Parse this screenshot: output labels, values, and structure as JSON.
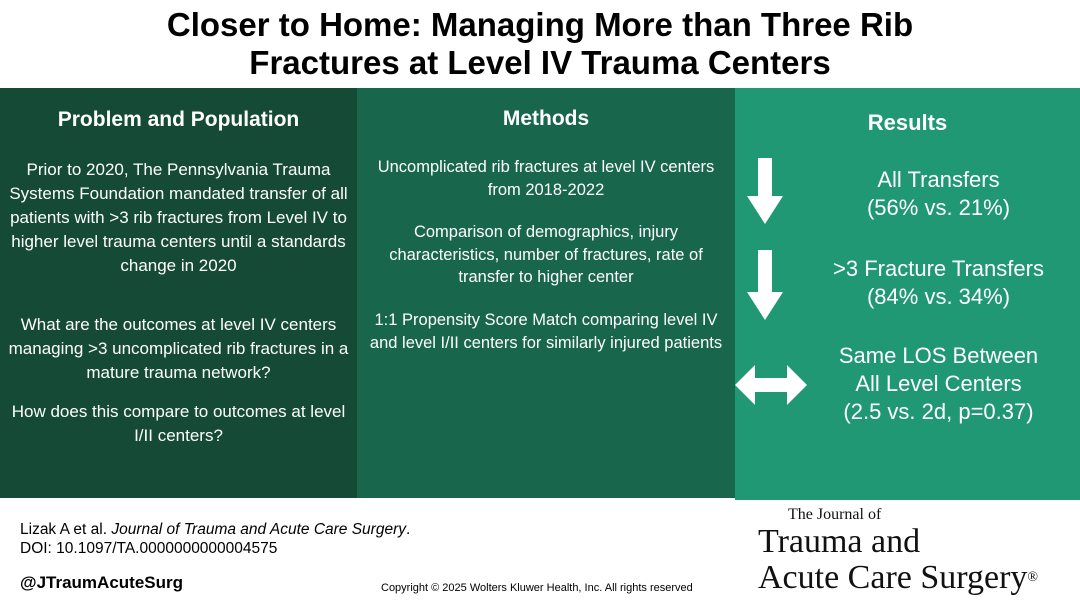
{
  "title": "Closer to Home: Managing More than Three Rib Fractures at Level IV Trauma Centers",
  "problem": {
    "heading": "Problem and Population",
    "p1": "Prior to 2020, The Pennsylvania Trauma Systems Foundation mandated transfer of all patients with >3 rib fractures from Level IV to higher level trauma centers until a standards change in 2020",
    "p2": "What are the outcomes at level IV centers managing >3 uncomplicated rib fractures in a mature trauma network?",
    "p3": "How does this compare to outcomes at level I/II centers?"
  },
  "methods": {
    "heading": "Methods",
    "p1": "Uncomplicated rib fractures at level IV centers from 2018-2022",
    "p2": "Comparison of demographics, injury characteristics, number of fractures, rate of transfer to higher center",
    "p3": "1:1 Propensity Score Match comparing level IV and level I/II centers for similarly injured patients"
  },
  "results": {
    "heading": "Results",
    "r1_line1": "All Transfers",
    "r1_line2": "(56% vs. 21%)",
    "r2_line1": ">3 Fracture Transfers",
    "r2_line2": "(84% vs. 34%)",
    "r3_line1": "Same LOS Between",
    "r3_line2": "All Level Centers",
    "r3_line3": "(2.5 vs. 2d, p=0.37)",
    "icons": [
      "arrow-down-icon",
      "arrow-down-icon",
      "double-arrow-icon"
    ]
  },
  "footer": {
    "authors": "Lizak A et al. ",
    "journal": "Journal of Trauma and Acute Care Surgery",
    "period": ".",
    "doi": "DOI: 10.1097/TA.0000000000004575",
    "handle": "@JTraumAcuteSurg",
    "copyright": "Copyright © 2025  Wolters Kluwer Health, Inc. All rights reserved"
  },
  "logo": {
    "line1": "The Journal of",
    "line2": "Trauma and",
    "line3": "Acute Care Surgery",
    "registered": "®"
  },
  "colors": {
    "problem_bg": "#154a36",
    "methods_bg": "#18664c",
    "results_bg": "#209874"
  }
}
